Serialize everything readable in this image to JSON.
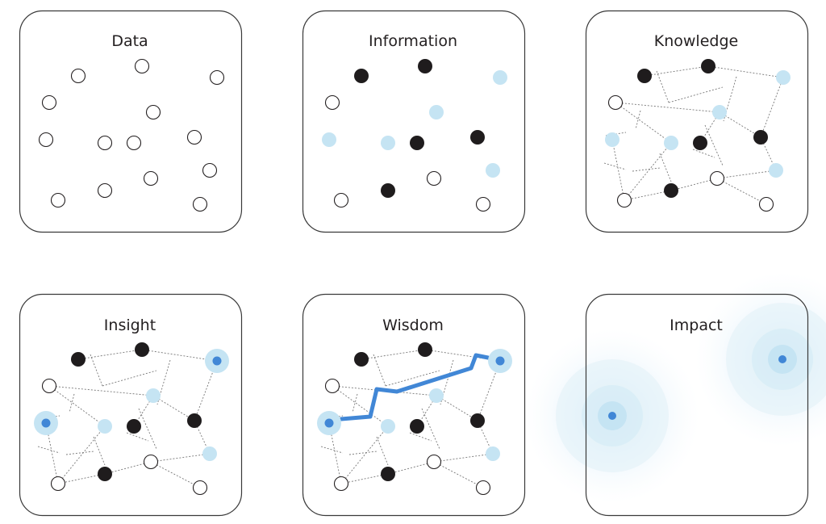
{
  "panels": [
    {
      "title": "Data",
      "mode": "plain",
      "node_styles": [
        "w",
        "w",
        "w",
        "w",
        "w",
        "w",
        "w",
        "w",
        "w",
        "w",
        "w",
        "w",
        "w",
        "w"
      ]
    },
    {
      "title": "Information",
      "mode": "colored",
      "node_styles": [
        "k",
        "k",
        "b",
        "w",
        "b",
        "b",
        "b",
        "k",
        "k",
        "b",
        "w",
        "k",
        "w",
        "w"
      ]
    },
    {
      "title": "Knowledge",
      "mode": "connected",
      "node_styles": [
        "k",
        "k",
        "b",
        "w",
        "b",
        "b",
        "b",
        "k",
        "k",
        "b",
        "w",
        "k",
        "w",
        "w"
      ]
    },
    {
      "title": "Insight",
      "mode": "connected",
      "node_styles": [
        "k",
        "k",
        "h",
        "w",
        "b",
        "h",
        "b",
        "k",
        "k",
        "b",
        "w",
        "k",
        "w",
        "w"
      ]
    },
    {
      "title": "Wisdom",
      "mode": "path",
      "node_styles": [
        "k",
        "k",
        "h",
        "w",
        "b",
        "h",
        "b",
        "k",
        "k",
        "b",
        "w",
        "k",
        "w",
        "w"
      ]
    },
    {
      "title": "Impact",
      "mode": "impact",
      "node_styles": []
    }
  ],
  "edges": [
    [
      0,
      1
    ],
    [
      1,
      2
    ],
    [
      3,
      4
    ],
    [
      3,
      6
    ],
    [
      4,
      8
    ],
    [
      2,
      8
    ],
    [
      8,
      9
    ],
    [
      9,
      12
    ],
    [
      12,
      13
    ],
    [
      12,
      11
    ],
    [
      11,
      10
    ],
    [
      10,
      5
    ],
    [
      10,
      6
    ],
    [
      4,
      7
    ]
  ],
  "colors": {
    "black": "#1f1c1d",
    "light_blue": "#c5e4f3",
    "accent_blue": "#4187d6",
    "border": "#3a3a3a",
    "dash": "#777777"
  }
}
